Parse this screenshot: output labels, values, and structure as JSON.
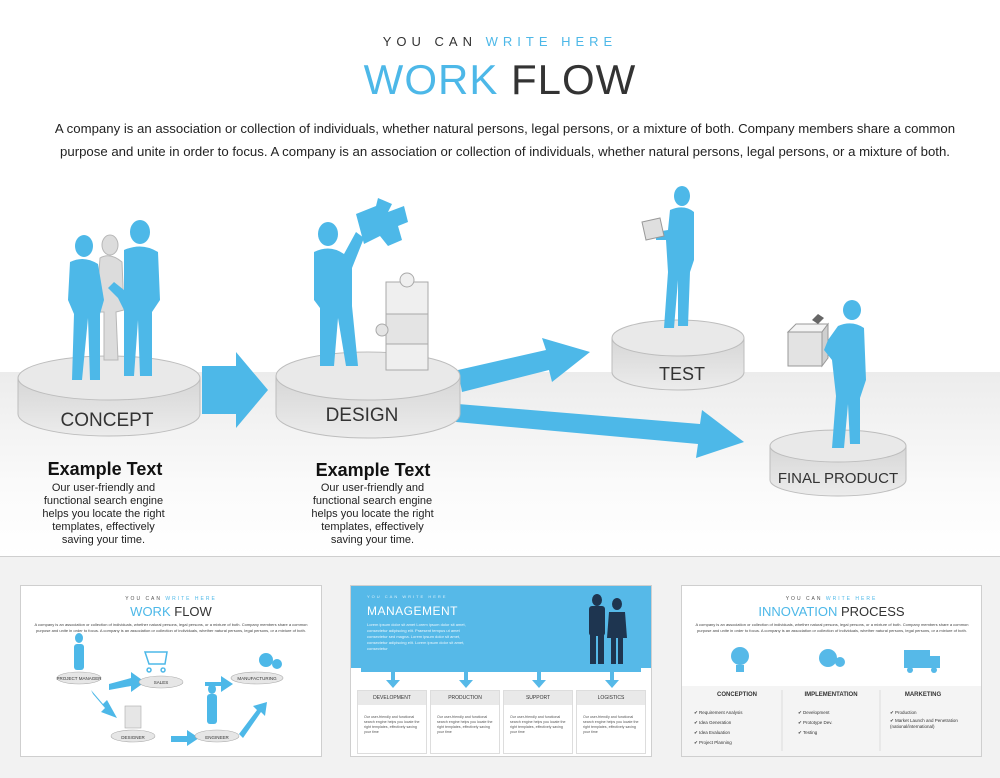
{
  "header": {
    "kicker_plain": "YOU CAN",
    "kicker_highlight": "WRITE HERE",
    "title_highlight": "WORK",
    "title_plain": "FLOW",
    "intro": "A company is an association or collection of individuals, whether natural persons, legal persons, or a mixture of both. Company members share a common purpose and unite in order to focus. A company is an association or collection of individuals, whether natural persons, legal persons, or a mixture of both."
  },
  "stages": {
    "concept": "CONCEPT",
    "design": "DESIGN",
    "test": "TEST",
    "final": "FINAL PRODUCT"
  },
  "examples": [
    {
      "title": "Example Text",
      "body": "Our user-friendly and functional search engine helps you locate the right templates, effectively saving your time."
    },
    {
      "title": "Example Text",
      "body": "Our user-friendly and functional search engine helps you locate the right templates, effectively saving your time."
    }
  ],
  "thumbnails": {
    "workflow": {
      "kicker_plain": "YOU CAN",
      "kicker_highlight": "WRITE HERE",
      "title_highlight": "WORK",
      "title_plain": "FLOW",
      "text": "A company is an association or collection of individuals, whether natural persons, legal persons, or a mixture of both. Company members share a common purpose and unite in order to focus. A company is an association or collection of individuals, whether natural persons, legal persons, or a mixture of both.",
      "labels": [
        "PROJECT MANAGER",
        "SALES",
        "MANUFACTURING",
        "DESIGNER",
        "ENGINEER"
      ]
    },
    "management": {
      "kicker": "YOU CAN WRITE HERE",
      "title": "MANAGEMENT",
      "text": "Lorem ipsum dolor sit amet Lorem ipsum dolor sit amet, consectetur adipiscing elit. Praesent tempus ut amet consectetur sed magna. Lorem ipsum dolor sit amet, consectetur adipiscing elit. Lorem ipsum dolor sit amet, consectetur",
      "columns": [
        {
          "label": "DEVELOPMENT",
          "body": "Our user-friendly and functional search engine helps you locate the right templates, effectively saving your time"
        },
        {
          "label": "PRODUCTION",
          "body": "Our user-friendly and functional search engine helps you locate the right templates, effectively saving your time"
        },
        {
          "label": "SUPPORT",
          "body": "Our user-friendly and functional search engine helps you locate the right templates, effectively saving your time"
        },
        {
          "label": "LOGISTICS",
          "body": "Our user-friendly and functional search engine helps you locate the right templates, effectively saving your time"
        }
      ]
    },
    "innovation": {
      "kicker_plain": "YOU CAN",
      "kicker_highlight": "WRITE HERE",
      "title_highlight": "INNOVATION",
      "title_plain": "PROCESS",
      "text": "A company is an association or collection of individuals, whether natural persons, legal persons, or a mixture of both. Company members share a common purpose and unite in order to focus. A company is an association or collection of individuals, whether natural persons, legal persons, or a mixture of both.",
      "columns": [
        {
          "label": "CONCEPTION",
          "items": [
            "Requirement Analysis",
            "Idea Generation",
            "Idea Evaluation",
            "Project Planning"
          ]
        },
        {
          "label": "IMPLEMENTATION",
          "items": [
            "Development",
            "Prototype Dev.",
            "Testing"
          ]
        },
        {
          "label": "MARKETING",
          "items": [
            "Production",
            "Market Launch and Penetration (national/international)"
          ]
        }
      ]
    }
  },
  "colors": {
    "accent": "#4db8e8",
    "accent_dark": "#3aa6d8",
    "text": "#333333",
    "podium": "#e6e6e6"
  }
}
